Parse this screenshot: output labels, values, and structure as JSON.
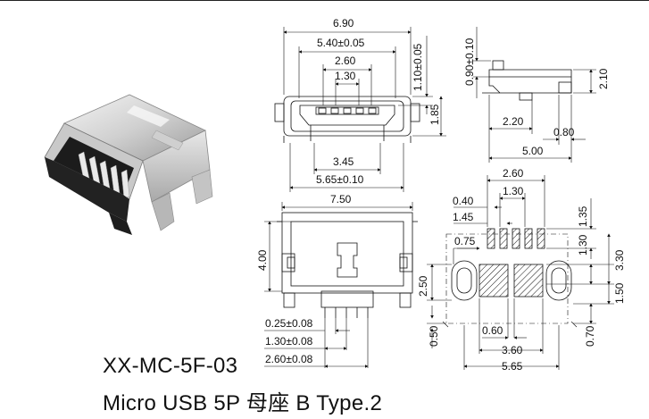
{
  "part_number": "XX-MC-5F-03",
  "description": "Micro USB 5P 母座 B Type.2",
  "front_view": {
    "dims": [
      "6.90",
      "5.40±0.05",
      "2.60",
      "1.30",
      "1.10±0.05",
      "1.85",
      "3.45",
      "5.65±0.10"
    ]
  },
  "side_view": {
    "dims": [
      "0.90±0.10",
      "2.10",
      "2.20",
      "0.80",
      "5.00"
    ]
  },
  "top_view": {
    "dims": [
      "7.50",
      "4.00",
      "0.25±0.08",
      "1.30±0.08",
      "2.60±0.08"
    ]
  },
  "pcb_layout": {
    "dims": [
      "2.60",
      "1.30",
      "0.40",
      "1.45",
      "1.35",
      "0.75",
      "1.30",
      "3.30",
      "2.50",
      "1.50",
      "0.50",
      "0.60",
      "3.60",
      "5.65",
      "0.70"
    ]
  }
}
